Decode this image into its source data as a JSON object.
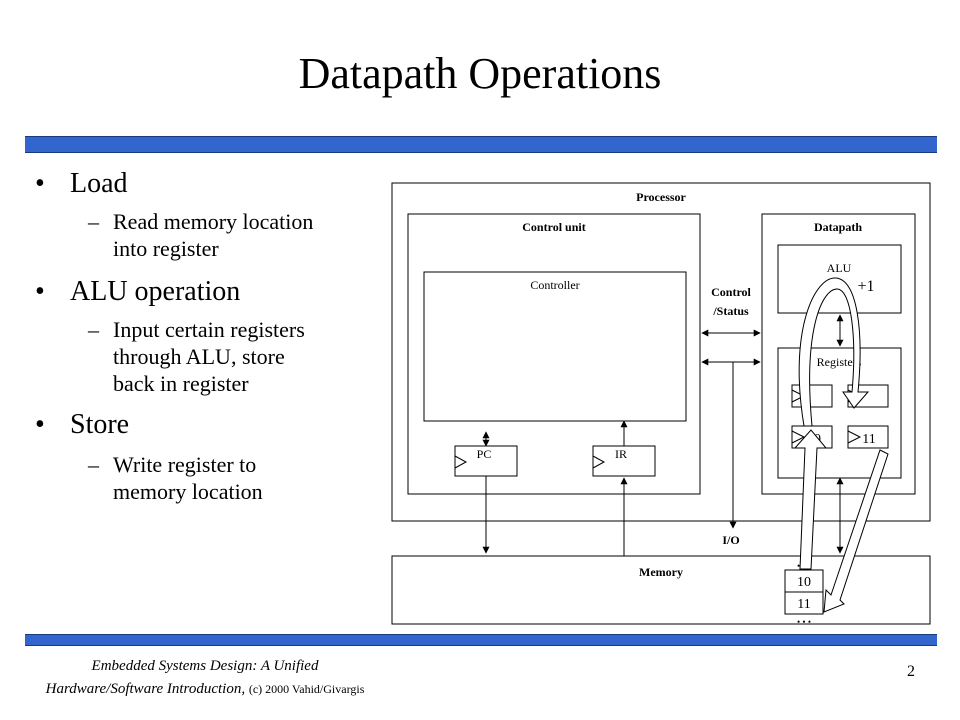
{
  "slide": {
    "title": "Datapath Operations",
    "page_number": "2",
    "footer": {
      "line1": "Embedded Systems Design: A Unified",
      "line2": "Hardware/Software Introduction,",
      "copyright": "(c) 2000 Vahid/Givargis"
    }
  },
  "bullets": [
    {
      "label": "Load",
      "sub": [
        "Read memory location",
        "into register"
      ]
    },
    {
      "label": "ALU operation",
      "sub": [
        "Input certain registers",
        "through ALU, store",
        "back in register"
      ]
    },
    {
      "label": "Store",
      "sub": [
        "Write register to",
        "memory location"
      ]
    }
  ],
  "symbols": {
    "bullet": "•",
    "dash": "–",
    "ellipsis": "• • •"
  },
  "diagram": {
    "processor": "Processor",
    "control_unit": "Control unit",
    "datapath": "Datapath",
    "controller": "Controller",
    "control_status_1": "Control",
    "control_status_2": "/Status",
    "alu": "ALU",
    "plus_one": "+1",
    "registers": "Registers",
    "pc": "PC",
    "ir": "IR",
    "reg_val_left": "10",
    "reg_val_right": "11",
    "io": "I/O",
    "memory": "Memory",
    "mem_val_1": "10",
    "mem_val_2": "11"
  },
  "colors": {
    "accent_bar": "#3366cc",
    "line": "#000000",
    "arrow_fill": "#ffffff"
  }
}
